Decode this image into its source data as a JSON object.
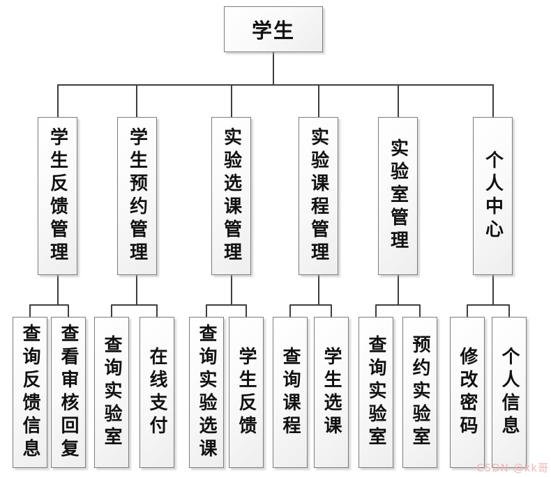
{
  "diagram": {
    "title_node": "学生",
    "root": {
      "label": "学生"
    },
    "branches": [
      {
        "label": "学生反馈管理",
        "children": [
          {
            "label": "查询反馈信息"
          },
          {
            "label": "查看审核回复"
          }
        ]
      },
      {
        "label": "学生预约管理",
        "children": [
          {
            "label": "查询实验室"
          },
          {
            "label": "在线支付"
          }
        ]
      },
      {
        "label": "实验选课管理",
        "children": [
          {
            "label": "查询实验选课"
          },
          {
            "label": "学生反馈"
          }
        ]
      },
      {
        "label": "实验课程管理",
        "children": [
          {
            "label": "查询课程"
          },
          {
            "label": "学生选课"
          }
        ]
      },
      {
        "label": "实验室管理",
        "children": [
          {
            "label": "查询实验室"
          },
          {
            "label": "预约实验室"
          }
        ]
      },
      {
        "label": "个人中心",
        "children": [
          {
            "label": "修改密码"
          },
          {
            "label": "个人信息"
          }
        ]
      }
    ]
  },
  "watermark": {
    "text": "CSDN @kk哥"
  },
  "colors": {
    "connector_line": "#3d3d3d",
    "box_border": "#7b7b7b",
    "box_fill_top": "#ffffff",
    "box_fill_bottom": "#eeeeee",
    "watermark_text": "#f0b6b6"
  }
}
